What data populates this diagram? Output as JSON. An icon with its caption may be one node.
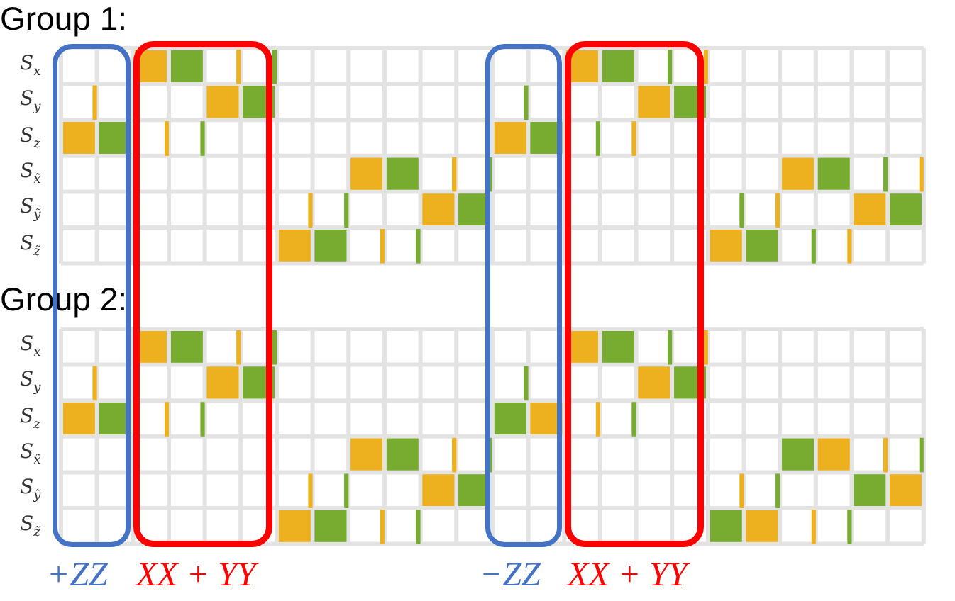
{
  "diagram": {
    "labels": [
      "Group 1:",
      "S$_{x}$",
      "S$_{y}$",
      "S$_{z}$",
      "S$_{x̃}$",
      "S$_{ỹ}$",
      "S$_{z̃}$",
      "Group 2:",
      "S$_{x}$",
      "S$_{y}$",
      "S$_{z}$",
      "S$_{x̃}$",
      "S$_{ỹ}$",
      "S$_{z̃}$",
      "+ZZ",
      "XX + YY",
      "−ZZ",
      "XX + YY"
    ]
  }
}
